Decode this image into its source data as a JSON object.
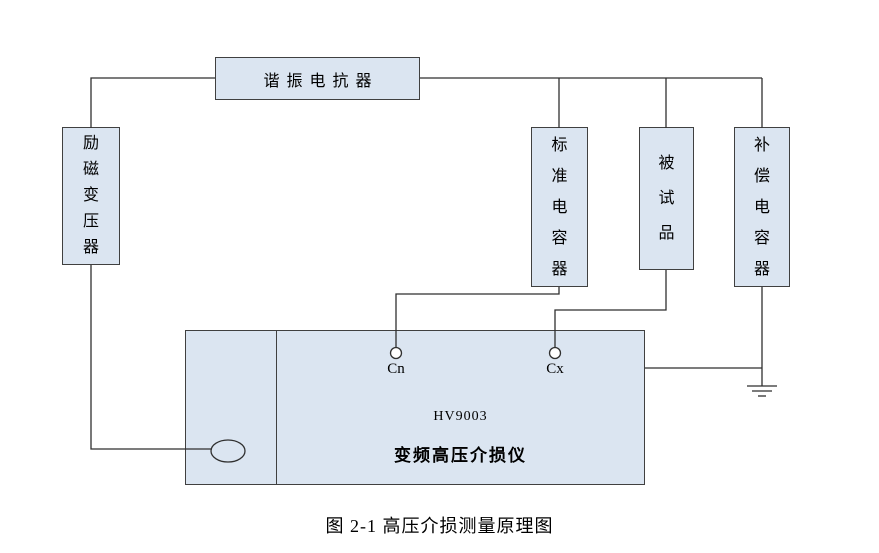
{
  "diagram": {
    "caption": "图 2-1 高压介损测量原理图",
    "components": {
      "resonant_reactor": {
        "label": "谐振电抗器"
      },
      "excitation_transformer": {
        "label": "励磁变压器"
      },
      "standard_capacitor": {
        "label": "标准电容器"
      },
      "test_object": {
        "label": "被试品"
      },
      "compensation_capacitor": {
        "label": "补偿电容器"
      },
      "main_instrument": {
        "model": "HV9003",
        "name": "变频高压介损仪"
      }
    },
    "terminals": {
      "cn_label": "Cn",
      "cx_label": "Cx"
    },
    "symbols": {
      "ground": "earth-ground-symbol",
      "winding": "ellipse-winding-symbol"
    },
    "colors": {
      "background": "#ffffff",
      "box_fill": "#dbe5f1",
      "box_border": "#404040",
      "wire": "#2f2f2f",
      "text": "#000000"
    }
  }
}
